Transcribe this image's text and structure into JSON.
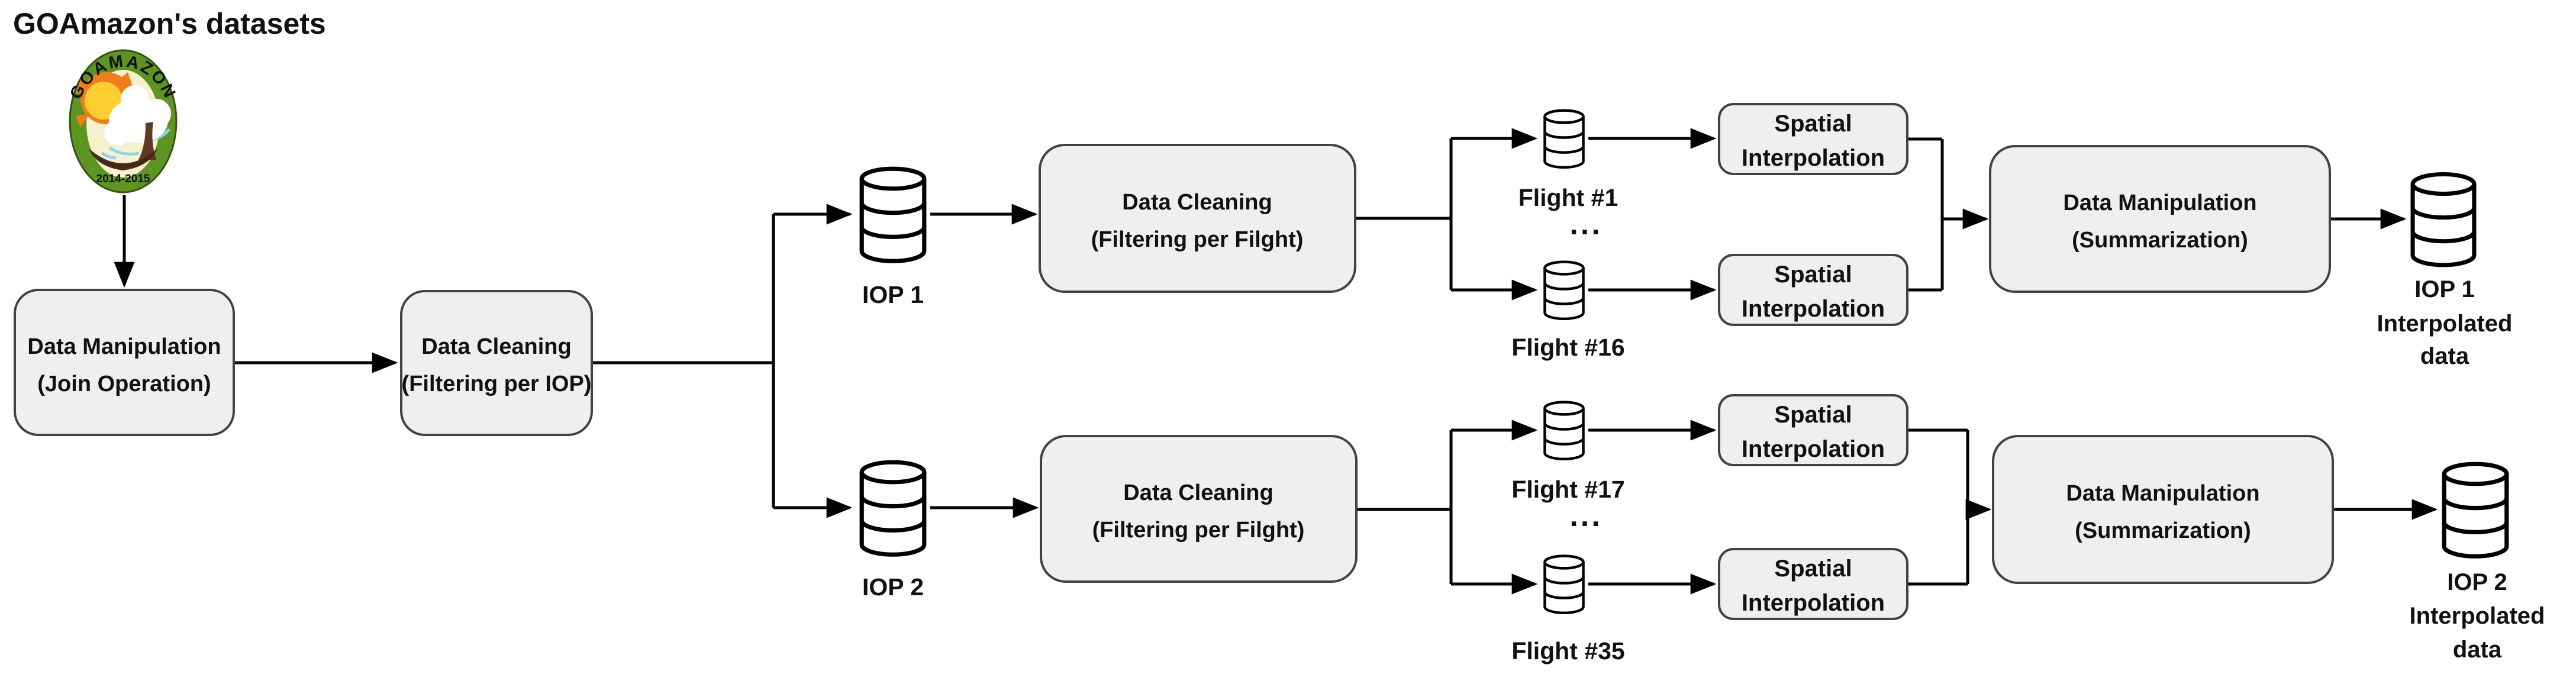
{
  "title": "GOAmazon's datasets",
  "logo": {
    "arc_text": "GOAMAZON",
    "years": "2014-2015"
  },
  "colors": {
    "box_fill": "#eeefef",
    "box_border": "#3e4347",
    "connector": "#000000",
    "text": "#111111",
    "logo_ring": "#5d9422",
    "logo_ring_edge": "#33550f",
    "logo_inner": "#f6f1cd",
    "logo_sun": "#f07d1c",
    "logo_sun_core": "#fdcf2e",
    "logo_cloud": "#ffffff",
    "logo_cloud_shadow": "#8ed4ee",
    "logo_trunk": "#5d3a21",
    "logo_ground": "#46291a",
    "logo_arc_text_color": "#e3dc00",
    "logo_years_color": "#efe98f"
  },
  "process_boxes": {
    "join": {
      "line1": "Data Manipulation",
      "line2": "(Join Operation)"
    },
    "filter_iop": {
      "line1": "Data Cleaning",
      "line2": "(Filtering per IOP)"
    },
    "filter_flight_top": {
      "line1": "Data Cleaning",
      "line2": "(Filtering per Filght)"
    },
    "filter_flight_bottom": {
      "line1": "Data Cleaning",
      "line2": "(Filtering per Filght)"
    },
    "spatial_top_1": {
      "line1": "Spatial",
      "line2": "Interpolation"
    },
    "spatial_top_2": {
      "line1": "Spatial",
      "line2": "Interpolation"
    },
    "spatial_bottom_1": {
      "line1": "Spatial",
      "line2": "Interpolation"
    },
    "spatial_bottom_2": {
      "line1": "Spatial",
      "line2": "Interpolation"
    },
    "summarize_top": {
      "line1": "Data Manipulation",
      "line2": "(Summarization)"
    },
    "summarize_bottom": {
      "line1": "Data Manipulation",
      "line2": "(Summarization)"
    }
  },
  "datastores": {
    "iop1": "IOP 1",
    "iop2": "IOP 2",
    "flight_first_top": "Flight #1",
    "flight_last_top": "Flight #16",
    "flight_first_bottom": "Flight #17",
    "flight_last_bottom": "Flight #35",
    "ellipsis_top": "...",
    "ellipsis_bottom": "...",
    "iop1_out": {
      "line1": "IOP 1",
      "line2": "Interpolated",
      "line3": "data"
    },
    "iop2_out": {
      "line1": "IOP 2",
      "line2": "Interpolated",
      "line3": "data"
    }
  }
}
